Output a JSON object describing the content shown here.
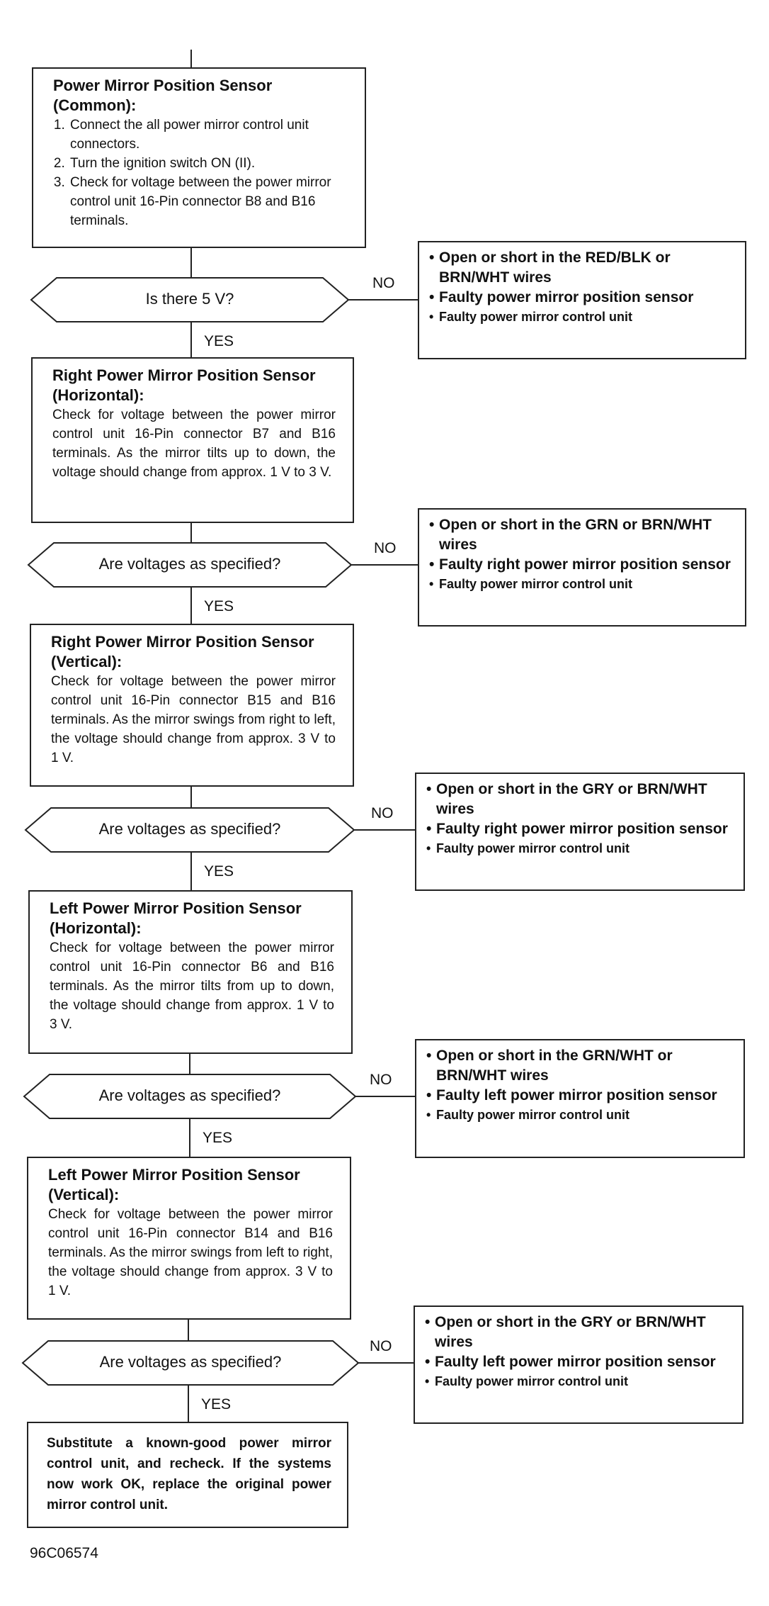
{
  "steps": {
    "s1": {
      "title": "Power Mirror Position Sensor (Common):",
      "items": [
        "Connect the all power mirror control unit connectors.",
        "Turn the ignition switch ON (II).",
        "Check for voltage between the power mirror control unit 16-Pin connector B8 and B16 terminals."
      ]
    },
    "s2": {
      "title": "Right Power Mirror Position Sensor (Horizontal):",
      "body": "Check for voltage between the power mirror control unit 16-Pin connector B7 and B16 terminals. As the mirror tilts up to down, the voltage should change from approx. 1 V to 3 V."
    },
    "s3": {
      "title": "Right Power Mirror Position Sensor (Vertical):",
      "body": "Check for voltage between the power mirror control unit 16-Pin connector B15 and B16 terminals. As the mirror swings from right to left, the voltage should change from approx. 3 V to 1 V."
    },
    "s4": {
      "title": "Left Power Mirror Position Sensor (Horizontal):",
      "body": "Check for voltage between the power mirror control unit 16-Pin connector B6 and B16 terminals. As the mirror tilts from up to down, the voltage should change from approx. 1 V to 3 V."
    },
    "s5": {
      "title": "Left Power Mirror Position Sensor (Vertical):",
      "body": "Check for voltage between the power mirror control unit 16-Pin connector B14 and B16 terminals. As the mirror swings from left to right, the voltage should change from approx. 3 V to 1 V."
    }
  },
  "decisions": {
    "d1": "Is there 5 V?",
    "d2": "Are voltages as specified?",
    "d3": "Are voltages as specified?",
    "d4": "Are voltages as specified?",
    "d5": "Are voltages as specified?"
  },
  "labels": {
    "yes": "YES",
    "no": "NO"
  },
  "faults": {
    "f1": [
      "Open or short in the RED/BLK or BRN/WHT wires",
      "Faulty power mirror position sensor",
      "Faulty power mirror control unit"
    ],
    "f2": [
      "Open or short in the GRN or BRN/WHT wires",
      "Faulty right power mirror position sensor",
      "Faulty power mirror control unit"
    ],
    "f3": [
      "Open or short in the GRY or BRN/WHT wires",
      "Faulty right power mirror position sensor",
      "Faulty power mirror control unit"
    ],
    "f4": [
      "Open or short in the GRN/WHT or BRN/WHT wires",
      "Faulty left power mirror position sensor",
      "Faulty power mirror control unit"
    ],
    "f5": [
      "Open or short in the GRY or BRN/WHT wires",
      "Faulty left power mirror position sensor",
      "Faulty power mirror control unit"
    ]
  },
  "final": "Substitute a known-good power mirror control unit, and recheck. If the systems now work OK, replace the original power mirror control unit.",
  "figure_id": "96C06574"
}
